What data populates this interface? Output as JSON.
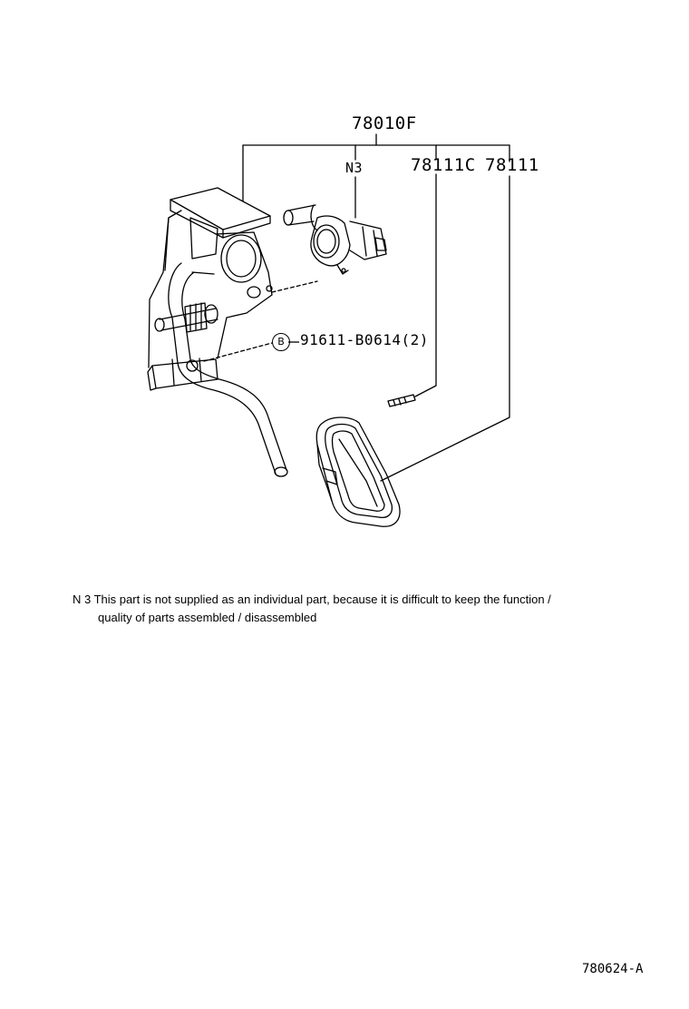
{
  "callouts": {
    "assembly": "78010F",
    "note_ref": "N3",
    "pin": "78111C",
    "pad": "78111",
    "bolt_marker": "B",
    "bolt": "91611-B0614(2)"
  },
  "note": {
    "line1": "N 3 This part is not supplied as an individual part, because it is difficult to keep the function /",
    "line2": "quality of parts assembled / disassembled"
  },
  "figure_id": "780624-A"
}
